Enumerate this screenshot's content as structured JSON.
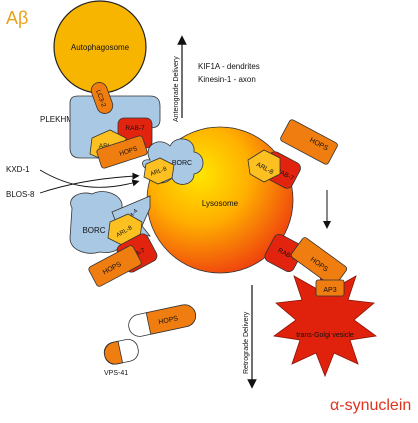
{
  "labels": {
    "abeta": "Aβ",
    "alpha_synuclein": "α-synuclein",
    "autophagosome": "Autophagosome",
    "lysosome": "Lysosome",
    "tgn": "trans-Golgi vesicle",
    "anterograde": "Anterograde Delivery",
    "retrograde": "Retrograde Delivery",
    "kif1a": "KIF1A - dendrites",
    "kinesin": "Kinesin-1 - axon",
    "kxd1": "KXD-1",
    "blos8": "BLOS-8",
    "plekhm1": "PLEKHM1",
    "lc3": "LC3-2",
    "rab7": "RAB-7",
    "arl8": "ARL-8",
    "hops": "HOPS",
    "borc": "BORC",
    "sam4": "SAM-4",
    "ap3": "AP3",
    "vps41": "VPS-41"
  },
  "colors": {
    "abeta_text": "#e8a21a",
    "synuclein_text": "#e0321c",
    "autophagosome_fill": "#f7b500",
    "blue_protein": "#a8c8e4",
    "orange_protein": "#f07d10",
    "yellow_protein": "#fcc020",
    "red_protein": "#e2240e",
    "lysosome_inner": "#ffe000",
    "lysosome_outer": "#f0400e",
    "tgn_fill": "#e0220c"
  }
}
